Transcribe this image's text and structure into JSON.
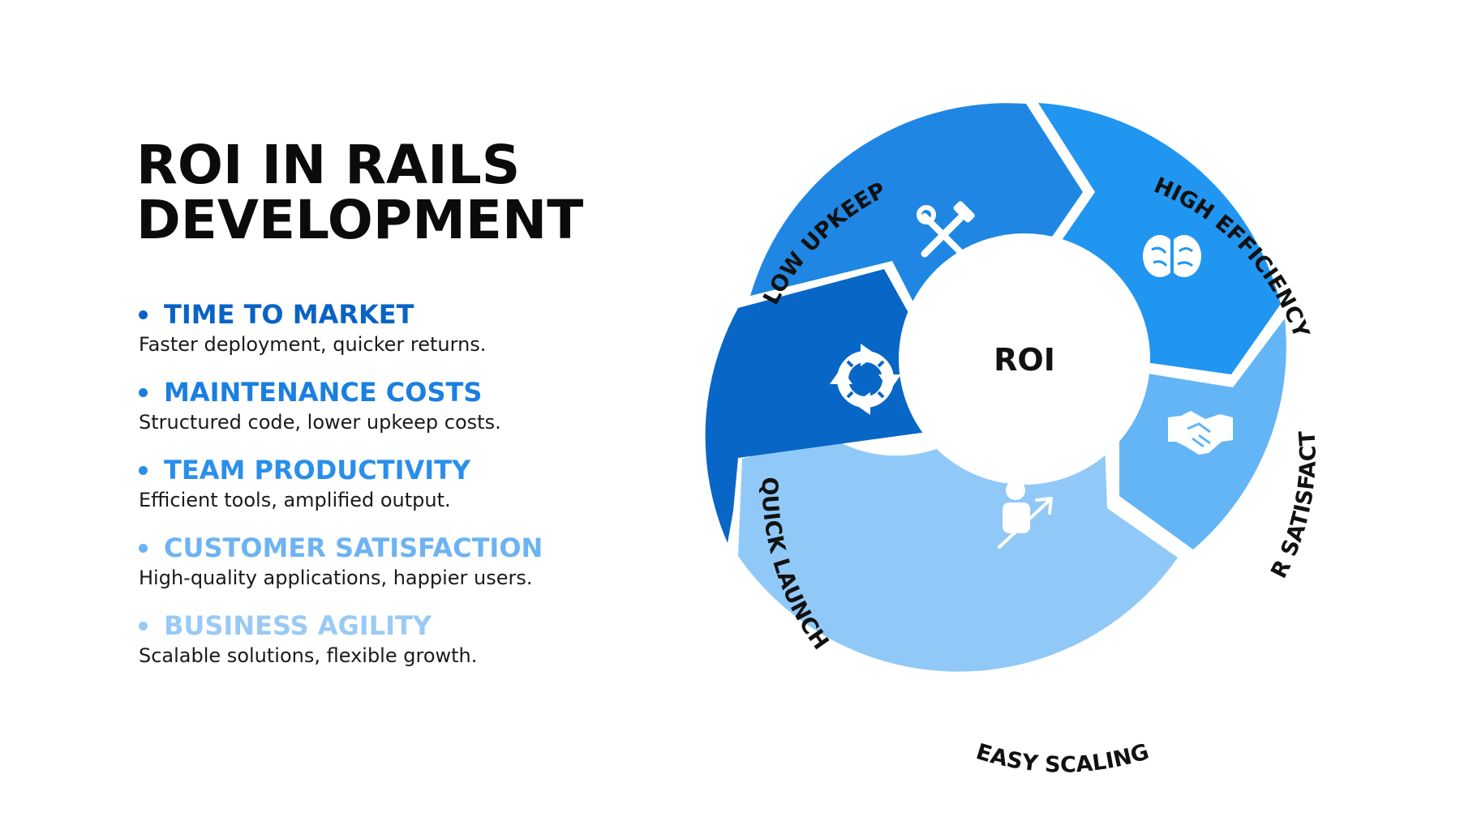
{
  "title": {
    "line1": "ROI IN RAILS",
    "line2": "DEVELOPMENT"
  },
  "items": [
    {
      "heading": "TIME TO MARKET",
      "desc": "Faster deployment, quicker returns.",
      "color": "#0a63c4"
    },
    {
      "heading": "MAINTENANCE COSTS",
      "desc": "Structured code, lower upkeep costs.",
      "color": "#1a7fe0"
    },
    {
      "heading": "TEAM PRODUCTIVITY",
      "desc": "Efficient tools, amplified output.",
      "color": "#2a8fea"
    },
    {
      "heading": "CUSTOMER SATISFACTION",
      "desc": "High-quality applications, happier users.",
      "color": "#6db3f2"
    },
    {
      "heading": "BUSINESS AGILITY",
      "desc": "Scalable solutions, flexible growth.",
      "color": "#99caf5"
    }
  ],
  "wheel": {
    "center": "ROI",
    "segments": [
      {
        "label": "LOW UPKEEP",
        "icon": "tools-icon",
        "color": "#1f87e3"
      },
      {
        "label": "HIGH EFFICIENCY",
        "icon": "brain-icon",
        "color": "#2196f0"
      },
      {
        "label": "USER SATISFACTION",
        "icon": "handshake-icon",
        "color": "#64b5f6"
      },
      {
        "label": "EASY SCALING",
        "icon": "growth-icon",
        "color": "#90c9f7"
      },
      {
        "label": "QUICK LAUNCH",
        "icon": "cycle-icon",
        "color": "#0866c6"
      }
    ]
  }
}
